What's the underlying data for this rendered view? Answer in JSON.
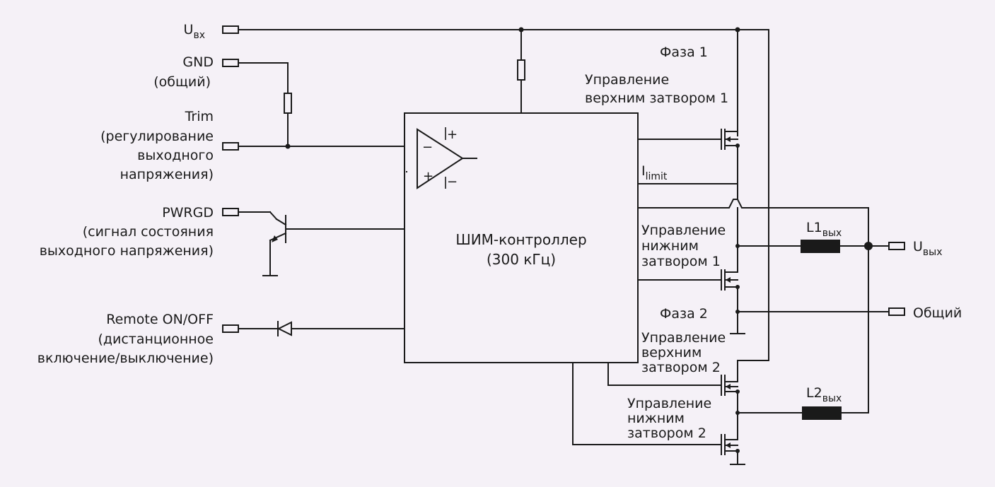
{
  "left_labels": {
    "uin": {
      "main": "U",
      "sub": "вх"
    },
    "gnd": [
      "GND",
      "(общий)"
    ],
    "trim": [
      "Trim",
      "(регулирование",
      "выходного",
      "напряжения)"
    ],
    "pwrgd": [
      "PWRGD",
      "(сигнал состояния",
      "выходного напряжения)"
    ],
    "remote": [
      "Remote ON/OFF",
      "(дистанционное",
      "включение/выключение)"
    ]
  },
  "controller": [
    "ШИМ-контроллер",
    "(300 кГц)"
  ],
  "opamp": {
    "plus_out": "+",
    "minus_out": "−",
    "in_minus": "−",
    "in_plus": "+"
  },
  "phase1": {
    "title": "Фаза 1",
    "high_gate": [
      "Управление",
      "верхним затвором 1"
    ],
    "low_gate": [
      "Управление",
      "нижним",
      "затвором 1"
    ]
  },
  "ilimit": {
    "main": "I",
    "sub": "limit"
  },
  "phase2": {
    "title": "Фаза 2",
    "high_gate": [
      "Управление",
      "верхним",
      "затвором 2"
    ],
    "low_gate": [
      "Управление",
      "нижним",
      "затвором 2"
    ]
  },
  "inductors": {
    "l1": {
      "main": "L1",
      "sub": "вых"
    },
    "l2": {
      "main": "L2",
      "sub": "вых"
    }
  },
  "outputs": {
    "uout": {
      "main": "U",
      "sub": "вых"
    },
    "common": "Общий"
  },
  "colors": {
    "ink": "#1a1a1a",
    "background": "#f5f1f7"
  }
}
